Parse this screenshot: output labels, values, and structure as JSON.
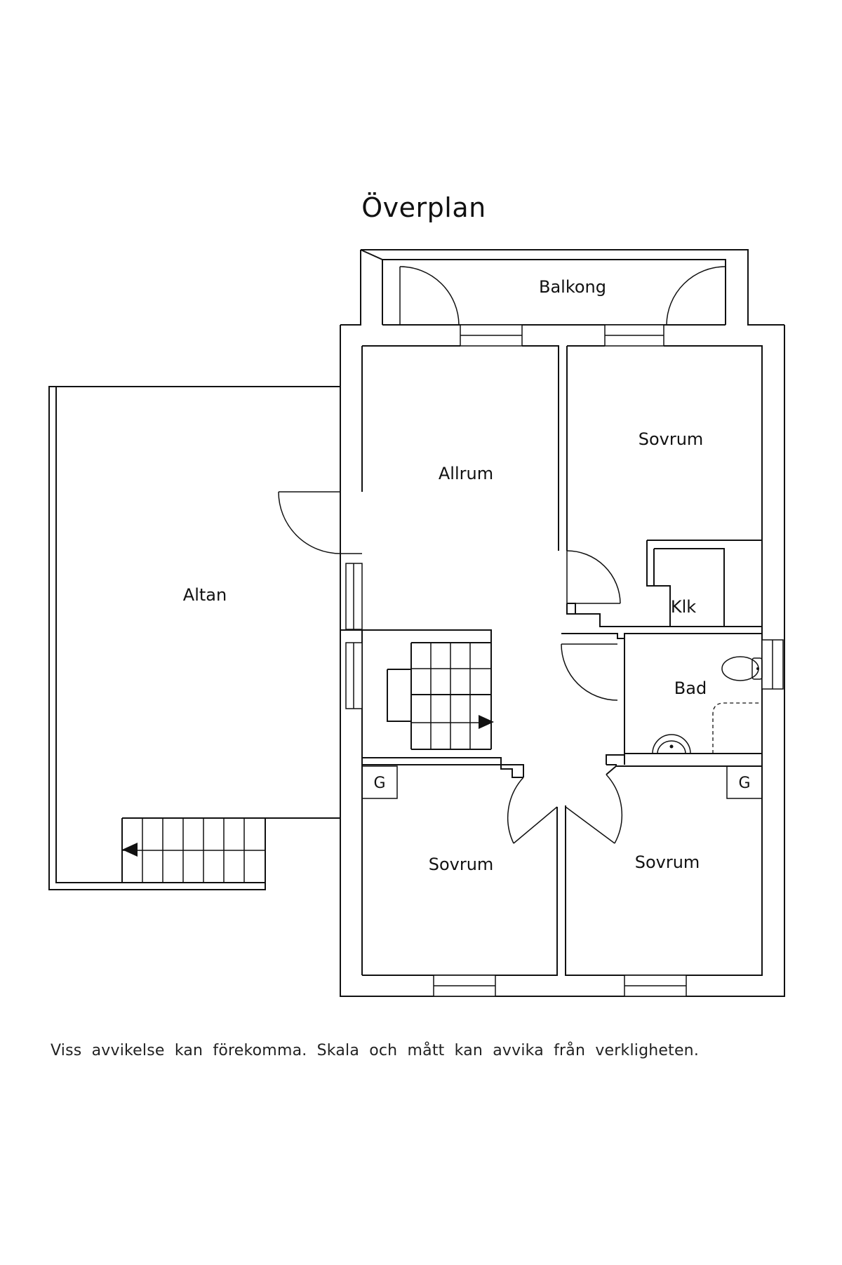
{
  "title": "Överplan",
  "rooms": {
    "balkong": "Balkong",
    "allrum": "Allrum",
    "sovrum_top": "Sovrum",
    "klk": "Klk",
    "bad": "Bad",
    "altan": "Altan",
    "sovrum_bottom_left": "Sovrum",
    "sovrum_bottom_right": "Sovrum"
  },
  "markers": {
    "wardrobe_left": "G",
    "wardrobe_right": "G"
  },
  "disclaimer": "Viss avvikelse kan förekomma. Skala och mått kan avvika från verkligheten."
}
